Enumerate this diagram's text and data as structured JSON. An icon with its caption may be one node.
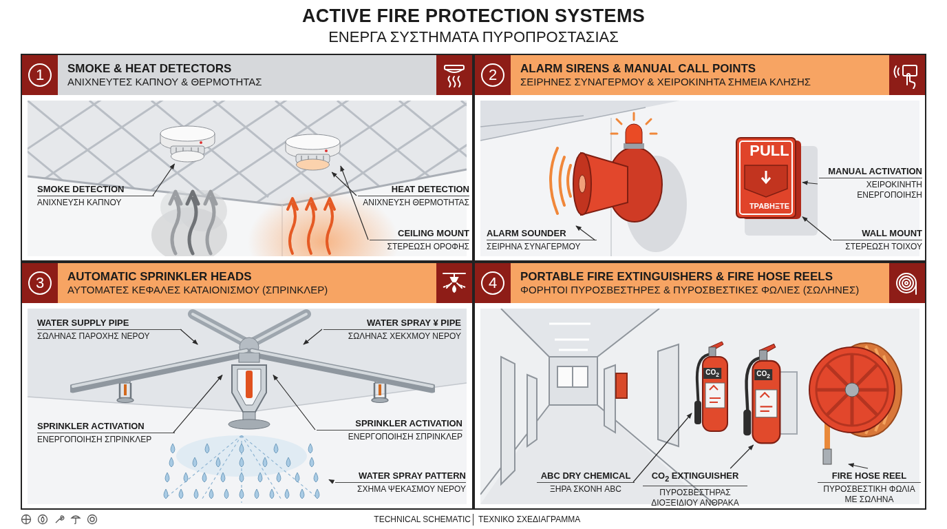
{
  "diagram": {
    "title": "ACTIVE FIRE PROTECTION SYSTEMS",
    "nodes": [
      {
        "text": [
          "1",
          "SMOKE & HEAT DETECTORS",
          "ΑΝΙΧΝΕΥΤΕΣ ΚΑΠΝΟΥ & ΘΕΡΜΟΤΗΤΑΣ"
        ]
      },
      {
        "text": [],
        "shape": "picture",
        "in": 0
      },
      {
        "text": [],
        "shape": "picture",
        "in": 0
      },
      {
        "text": [
          "SMOKE DETECTION",
          "ΑΝΙΧΝΕΥΣΗ ΚΑΠΝΟΥ"
        ],
        "in": 0
      },
      {
        "text": [
          "HEAT DETECTION",
          "ΑΝΙΧΝΕΥΣΗ ΘΕΡΜΟΤΗΤΑΣ"
        ],
        "in": 0
      },
      {
        "text": [
          "CEILING MOUNT",
          "ΣΤΕΡΕΩΣΗ ΟΡΟΦΗΣ"
        ],
        "in": 0
      },
      {
        "text": [
          "2",
          "ALARM SIRENS & MANUAL CALL POINTS",
          "ΣΕΙΡΗΝΕΣ ΣΥΝΑΓΕΡΜΟΥ & ΧΕΙΡΟΚΙΝΗΤΑ ΣΗΜΕΙΑ ΚΛΗΣΗΣ"
        ]
      },
      {
        "text": [],
        "shape": "picture",
        "in": 6
      },
      {
        "text": [
          "PULL",
          "ΤΡΑΒΗΞΤΕ"
        ],
        "in": 6
      },
      {
        "text": [
          "ALARM SOUNDER",
          "ΣΕΙΡΗΝΑ ΣΥΝΑΓΕΡΜΟΥ"
        ],
        "in": 6
      },
      {
        "text": [
          "MANUAL ACTIVATION",
          "ΧΕΙΡΟΚΙΝΗΤΗ ΕΝΕΡΓΟΠΟΙΗΣΗ"
        ],
        "in": 6
      },
      {
        "text": [
          "WALL MOUNT",
          "ΣΤΕΡΕΩΣΗ ΤΟΙΧΟΥ"
        ],
        "in": 6
      },
      {
        "text": [
          "3",
          "AUTOMATIC SPRINKLER HEADS",
          "ΑΥΤΟΜΑΤΕΣ ΚΕΦΑΛΕΣ ΚΑΤΑΙΟΝΙΣΜΟΥ (ΣΠΡΙΝΚΛΕΡ)"
        ]
      },
      {
        "text": [],
        "shape": "picture",
        "in": 12
      },
      {
        "text": [],
        "shape": "picture",
        "in": 12
      },
      {
        "text": [],
        "shape": "picture",
        "in": 12
      },
      {
        "text": [],
        "shape": "picture",
        "in": 12
      },
      {
        "text": [
          "WATER SUPPLY PIPE",
          "ΣΩΛΗΝΑΣ ΠΑΡΟΧΗΣ ΝΕΡΟΥ"
        ],
        "in": 12
      },
      {
        "text": [
          "WATER SPRAY ¥ PIPE",
          "ΣΩΛΗΝΑΣ ΧΕΚΧΜΟΥ ΝΕΡΟΥ"
        ],
        "in": 12
      },
      {
        "text": [
          "SPRINKLER ACTIVATION",
          "ΕΝΕΡΓΟΠΟΙΗΣΗ ΣΠΡΙΝΚΛΕΡ"
        ],
        "in": 12
      },
      {
        "text": [
          "SPRINKLER ACTIVATION",
          "ΕΝΕΡΓΟΠΟΙΗΣΗ ΣΠΡΙΝΚΛΕΡ"
        ],
        "in": 12
      },
      {
        "text": [
          "WATER SPRAY PATTERN",
          "ΣΧΗΜΑ ΨΕΚΑΣΜΟΥ ΝΕΡΟΥ"
        ],
        "in": 12
      },
      {
        "text": [
          "4",
          "PORTABLE FIRE EXTINGUISHERS & FIRE HOSE REELS",
          "ΦΟΡΗΤΟΙ ΠΥΡΟΣΒΕΣΤΗΡΕΣ & ΠΥΡΟΣΒΕΣΤΙΚΕΣ ΦΩΛΙΕΣ (ΣΩΛΗΝΕΣ)"
        ]
      },
      {
        "text": [
          "CO$_{2}$"
        ],
        "in": 22
      },
      {
        "text": [
          "CO$_{2}$"
        ],
        "in": 22
      },
      {
        "text": [],
        "shape": "picture",
        "in": 22
      },
      {
        "text": [
          "ABC DRY CHEMICAL",
          "ΞΗΡΑ ΣΚΟΝΗ ABC"
        ],
        "in": 22
      },
      {
        "text": [
          "CO$_{2}$ EXTINGUISHER",
          "ΠΥΡΟΣΒΕΣΤΗΡΑΣ ΔΙΟΞΕΙΔΙΟΥ ΑΝΘΡΑΚΑ"
        ],
        "in": 22
      },
      {
        "text": [
          "FIRE HOSE REEL",
          "ΠΥΡΟΣΒΕΣΤΙΚΗ ΦΩΛΙΑ ΜΕ ΣΩΛΗΝΑ"
        ],
        "in": 22
      }
    ],
    "edges": [
      {
        "from": 3,
        "to": 1,
        "arrow": "to"
      },
      {
        "from": 4,
        "to": 2,
        "arrow": "to"
      },
      {
        "from": 5,
        "to": 2,
        "arrow": "to"
      },
      {
        "from": 9,
        "to": 7,
        "arrow": "to"
      },
      {
        "from": 10,
        "to": 8,
        "arrow": "to"
      },
      {
        "from": 11,
        "to": 8,
        "arrow": "to"
      },
      {
        "from": 17,
        "to": 13,
        "arrow": "to"
      },
      {
        "from": 18,
        "to": 14,
        "arrow": "to"
      },
      {
        "from": 19,
        "to": 15,
        "arrow": "to"
      },
      {
        "from": 20,
        "to": 15,
        "arrow": "to"
      },
      {
        "from": 21,
        "to": 16,
        "arrow": "to"
      },
      {
        "from": 26,
        "to": 23,
        "arrow": "to"
      },
      {
        "from": 27,
        "to": 24,
        "arrow": "to"
      },
      {
        "from": 28,
        "to": 25,
        "arrow": "to"
      }
    ],
    "labels": [
      "ΕΝΕΡΓΑ ΣΥΣΤΗΜΑΤΑ ΠΥΡΟΠΡΟΣΤΑΣΙΑΣ",
      "TECHNICAL SCHEMATIC",
      "ΤΕΧΝΙΚΟ ΣΧΕΔΙΑΓΡΑΜΜΑ"
    ]
  }
}
